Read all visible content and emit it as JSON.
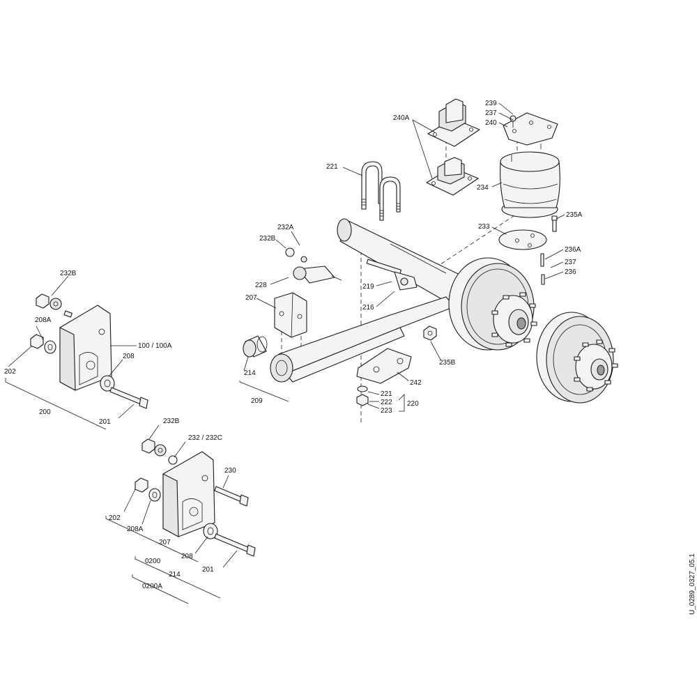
{
  "labels": {
    "l239": "239",
    "l237a": "237",
    "l240": "240",
    "l240a": "240A",
    "l221a": "221",
    "l234": "234",
    "l235a": "235A",
    "l233": "233",
    "l236a": "236A",
    "l237b": "237",
    "l236": "236",
    "l232a": "232A",
    "l232b_top": "232B",
    "l228": "228",
    "l219": "219",
    "l216": "216",
    "l207_top": "207",
    "l235b": "235B",
    "l214_top": "214",
    "l209": "209",
    "l242": "242",
    "l221b": "221",
    "l222": "222",
    "l223": "223",
    "l220": "220",
    "l232b_left": "232B",
    "l208a_left": "208A",
    "l100": "100 / 100A",
    "l208_left": "208",
    "l202_left": "202",
    "l200": "200",
    "l201_left": "201",
    "l232b_bottom": "232B",
    "l232c": "232 / 232C",
    "l230": "230",
    "l202_bottom": "202",
    "l208a_bottom": "208A",
    "l207_bottom": "207",
    "l0200": "0200",
    "l208_bottom": "208",
    "l201_bottom": "201",
    "l214_bottom": "214",
    "l0200a": "0200A"
  },
  "drawing_code": "U_0289_0327_05.1"
}
